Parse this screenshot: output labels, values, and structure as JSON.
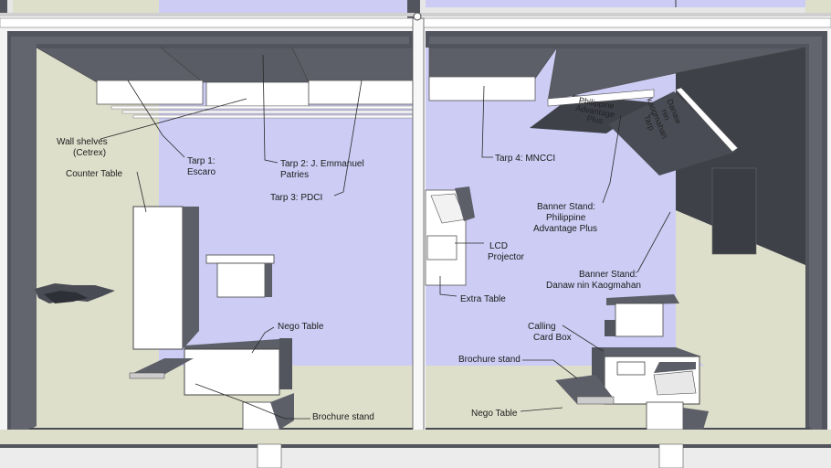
{
  "labels": {
    "wall_shelves": [
      "Wall shelves",
      "(Cetrex)"
    ],
    "counter_table": "Counter Table",
    "tarp1": [
      "Tarp 1:",
      "Escaro"
    ],
    "tarp2": [
      "Tarp 2: J. Emmanuel",
      "Patries"
    ],
    "tarp3": "Tarp 3: PDCI",
    "nego_table_left": "Nego Table",
    "brochure_stand_left": "Brochure stand",
    "tarp4": "Tarp 4: MNCCI",
    "banner_stand_pap": [
      "Banner Stand:",
      "Philippine",
      "Advantage Plus"
    ],
    "lcd_projector": [
      "LCD",
      "Projector"
    ],
    "extra_table": "Extra Table",
    "banner_stand_dnk": [
      "Banner Stand:",
      "Danaw nin Kaogmahan"
    ],
    "calling_card_box": [
      "Calling",
      "Card Box"
    ],
    "brochure_stand_right": "Brochure stand",
    "nego_table_right": "Nego Table"
  },
  "banners": {
    "pap": [
      "Philippine",
      "Advantage",
      "Plus"
    ],
    "dnk": [
      "Danaw",
      "nin",
      "kaogmahan",
      "Tarp"
    ]
  },
  "colors": {
    "floor": "#ccccf4",
    "carpet": "#dedfcb",
    "wall": "#53555e",
    "ceiling_tarp": "#5c5e68",
    "table": "#ffffff"
  }
}
